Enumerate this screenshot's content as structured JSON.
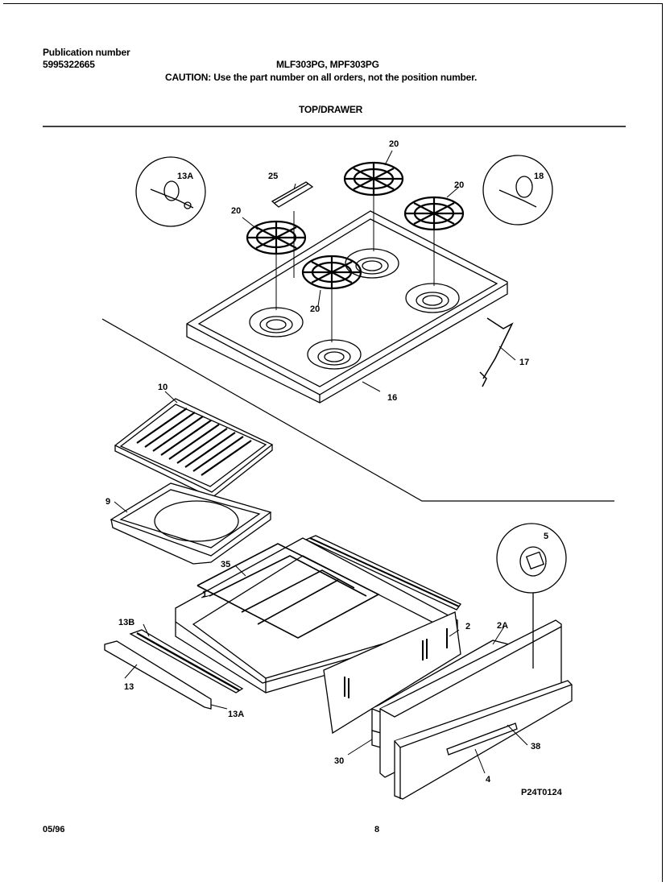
{
  "header": {
    "publication_label": "Publication number",
    "publication_number": "5995322665",
    "models": "MLF303PG, MPF303PG",
    "caution": "CAUTION:  Use the part number on all orders, not the position number.",
    "section_title": "TOP/DRAWER"
  },
  "callouts": {
    "c13A_top": "13A",
    "c25": "25",
    "c20a": "20",
    "c20b": "20",
    "c20c": "20",
    "c20d": "20",
    "c18": "18",
    "c17": "17",
    "c16": "16",
    "c10": "10",
    "c9": "9",
    "c5": "5",
    "c35": "35",
    "c1": "1",
    "c13B": "13B",
    "c2": "2",
    "c2A": "2A",
    "c13": "13",
    "c13A_bottom": "13A",
    "c30": "30",
    "c38": "38",
    "c4": "4"
  },
  "drawing_code": "P24T0124",
  "footer": {
    "date": "05/96",
    "page": "8"
  }
}
